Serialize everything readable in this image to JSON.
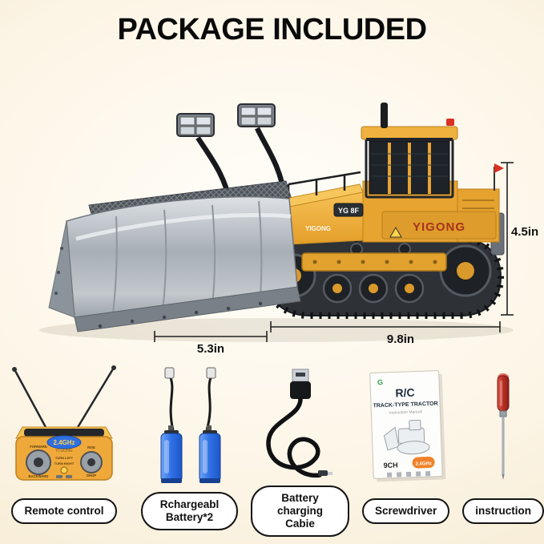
{
  "title": "PACKAGE INCLUDED",
  "dimensions": {
    "height": "4.5in",
    "length": "9.8in",
    "blade": "5.3in"
  },
  "vehicle": {
    "brand": "YIGONG",
    "plate": "YG 8F"
  },
  "remote": {
    "freq": "2.4GHz",
    "brand": "YI GONG",
    "forward": "FORWARD",
    "backward": "BACKWARD",
    "rise": "RISE",
    "drop": "DROP",
    "turn_left": "TURN LEFT",
    "turn_right": "TURN RIGHT"
  },
  "manual": {
    "logo": "G",
    "title": "R/C",
    "subtitle": "TRACK-TYPE TRACTOR",
    "note": "Instruction Manual",
    "channels": "9CH",
    "freq": "2.4GHz"
  },
  "items": [
    {
      "label": "Remote control"
    },
    {
      "label": "Rchargeabl Battery*2"
    },
    {
      "label": "Battery charging Cabie"
    },
    {
      "label": "Screwdriver"
    },
    {
      "label": "instruction"
    }
  ],
  "colors": {
    "body_yellow": "#efb23c",
    "blade_gray": "#b9bfc5",
    "track_dark": "#2e3237",
    "battery_blue": "#2f6fe4",
    "badge_blue": "#2f6fe4",
    "accent_red": "#d93025",
    "background_cream": "#fdf6e8"
  }
}
